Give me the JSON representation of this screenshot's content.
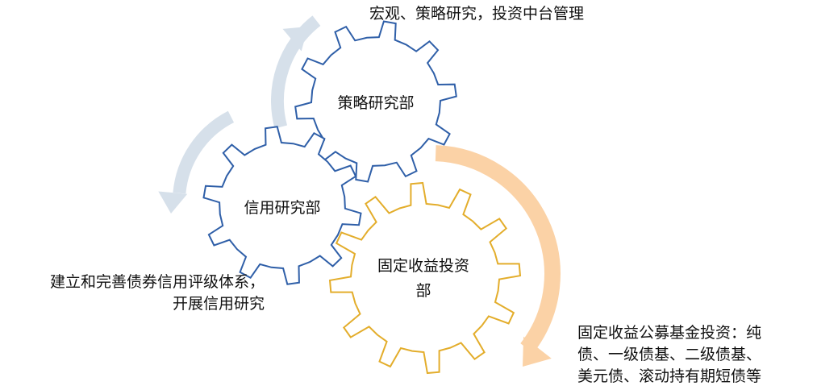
{
  "colors": {
    "blue_gear": "#2f5fa8",
    "gold_gear": "#e3ad2b",
    "blue_arrow": "#d6e0ea",
    "orange_arrow": "#fbd2a6"
  },
  "gears": {
    "strategy": {
      "label": "策略研究部"
    },
    "credit": {
      "label": "信用研究部"
    },
    "fixed_income": {
      "label_line1": "固定收益投资",
      "label_line2": "部"
    }
  },
  "captions": {
    "top": "宏观、策略研究，投资中台管理",
    "left_line1": "建立和完善债券信用评级体系，",
    "left_line2": "开展信用研究",
    "right_line1": "固定收益公募基金投资：纯",
    "right_line2": "债、一级债基、二级债基、",
    "right_line3": "美元债、滚动持有期短债等"
  }
}
